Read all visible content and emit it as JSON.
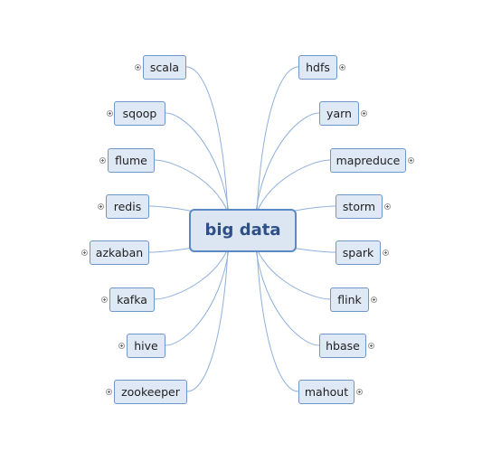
{
  "diagram": {
    "center": {
      "label": "big data"
    },
    "left_topics": [
      {
        "label": "scala"
      },
      {
        "label": "sqoop"
      },
      {
        "label": "flume"
      },
      {
        "label": "redis"
      },
      {
        "label": "azkaban"
      },
      {
        "label": "kafka"
      },
      {
        "label": "hive"
      },
      {
        "label": "zookeeper"
      }
    ],
    "right_topics": [
      {
        "label": "hdfs"
      },
      {
        "label": "yarn"
      },
      {
        "label": "mapreduce"
      },
      {
        "label": "storm"
      },
      {
        "label": "spark"
      },
      {
        "label": "flink"
      },
      {
        "label": "hbase"
      },
      {
        "label": "mahout"
      }
    ],
    "colors": {
      "node_fill": "#dfe8f5",
      "node_border": "#6f95c9",
      "center_text": "#2e4f87",
      "connector": "#8fb0db"
    },
    "expander_icon": "plus-circle-icon"
  }
}
